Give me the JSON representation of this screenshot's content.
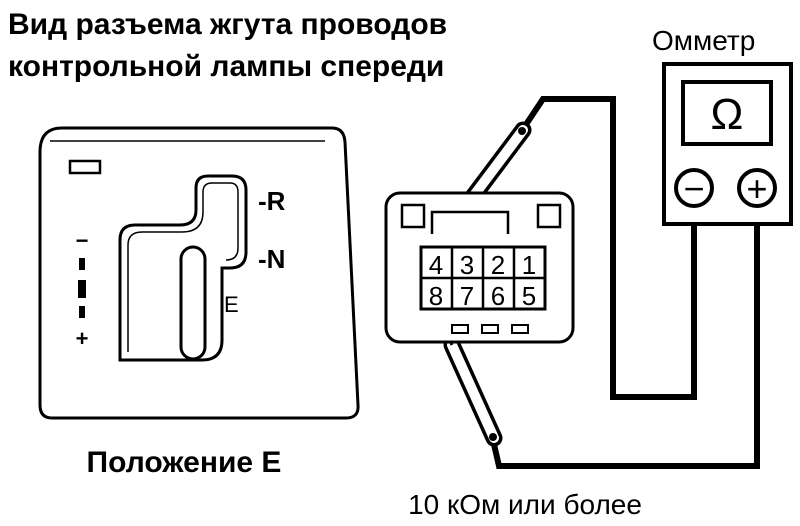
{
  "diagram": {
    "title_line1": "Вид разъема жгута проводов",
    "title_line2": "контрольной лампы спереди",
    "meter_label": "Омметр",
    "ohm_symbol": "Ω",
    "minus_symbol": "−",
    "plus_symbol": "+",
    "shifter_caption": "Положение E",
    "result_caption": "10 кОм или более",
    "gate": {
      "R": "-R",
      "N": "-N",
      "E": "E",
      "minus": "−",
      "plus": "+"
    },
    "pins": {
      "row1": [
        "4",
        "3",
        "2",
        "1"
      ],
      "row2": [
        "8",
        "7",
        "6",
        "5"
      ]
    }
  }
}
